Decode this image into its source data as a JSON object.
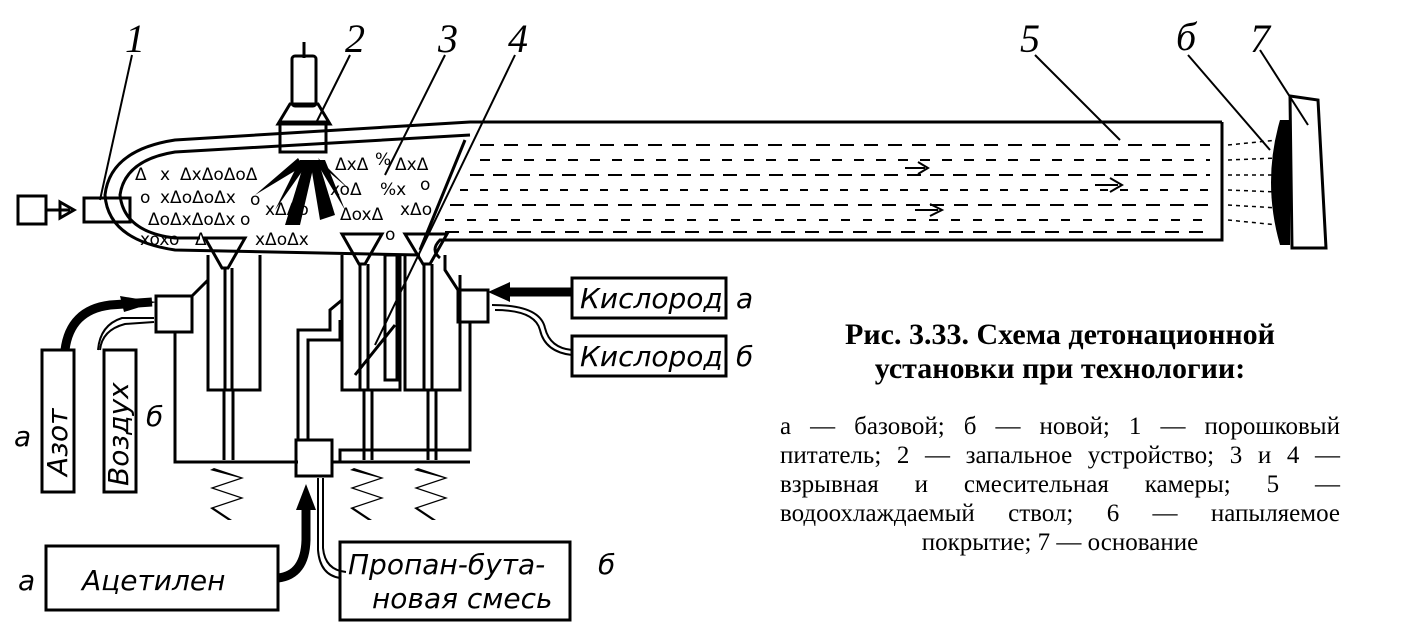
{
  "labels": {
    "n1": "1",
    "n2": "2",
    "n3": "3",
    "n4": "4",
    "n5": "5",
    "n6": "б",
    "n7": "7"
  },
  "boxes": {
    "oxygen_a": "Кислород",
    "oxygen_b": "Кислород",
    "nitrogen": "Азот",
    "air": "Воздух",
    "acetylene": "Ацетилен",
    "propane_line1": "Пропан-бута-",
    "propane_line2": "новая смесь"
  },
  "variant_marks": {
    "oxygen_a": "а",
    "oxygen_b": "б",
    "nitrogen": "а",
    "air": "б",
    "acetylene": "а",
    "propane": "б"
  },
  "caption": {
    "title_line1": "Рис. 3.33. Схема детонационной",
    "title_line2": "установки при технологии:",
    "body": "а — базовой; б — новой; 1 — порошковый питатель; 2 — запальное устройство; 3 и 4 — взрывная и смесительная камеры; 5 — водоохлаждаемый ствол; 6 — напыляемое покрытие; 7 — основание"
  }
}
